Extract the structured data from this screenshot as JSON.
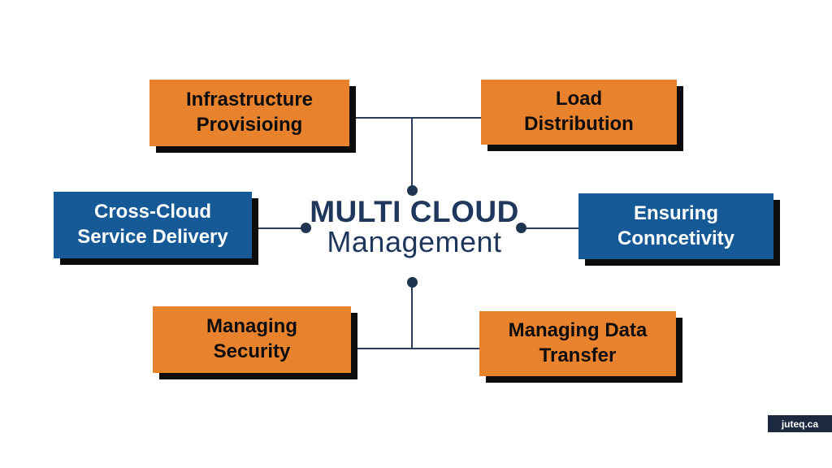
{
  "title": {
    "line1": "MULTI CLOUD",
    "line2": "Management"
  },
  "nodes": {
    "infrastructure_provisioning": {
      "line1": "Infrastructure",
      "line2": "Provisioing"
    },
    "load_distribution": {
      "line1": "Load",
      "line2": "Distribution"
    },
    "cross_cloud_service_delivery": {
      "line1": "Cross-Cloud",
      "line2": "Service Delivery"
    },
    "ensuring_connectivity": {
      "line1": "Ensuring",
      "line2": "Conncetivity"
    },
    "managing_security": {
      "line1": "Managing",
      "line2": "Security"
    },
    "managing_data_transfer": {
      "line1": "Managing Data",
      "line2": "Transfer"
    }
  },
  "watermark": {
    "label": "juteq.ca"
  },
  "colors": {
    "orange_box": "#E8822D",
    "blue_box": "#155A96",
    "title_navy": "#1F375C",
    "connector_line": "#2A3E5A",
    "connector_dot": "#1F3450",
    "box_shadow": "#0C0C0C",
    "watermark_background": "#1B2A41",
    "background": "#FFFFFF"
  }
}
